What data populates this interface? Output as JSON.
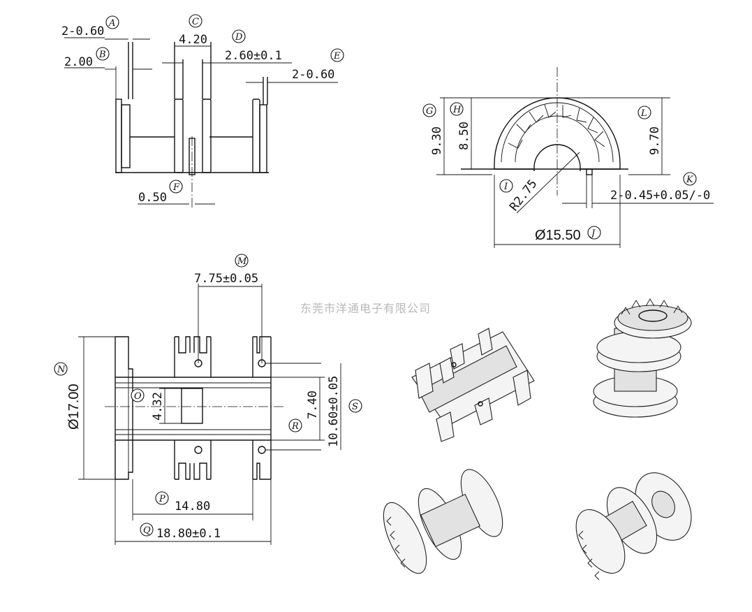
{
  "watermark": "东莞市洋通电子有限公司",
  "views": {
    "side": {
      "dims": {
        "A": "2-0.60",
        "B": "2.00",
        "C": "4.20",
        "D": "2.60±0.1",
        "E": "2-0.60",
        "F": "0.50"
      }
    },
    "front": {
      "dims": {
        "G": "9.30",
        "H": "8.50",
        "I": "R2.75",
        "J": "Ø15.50",
        "K": "2-0.45+0.05/-0",
        "L": "9.70"
      }
    },
    "top": {
      "dims": {
        "M": "7.75±0.05",
        "N": "Ø17.00",
        "O": "4.32",
        "P": "14.80",
        "Q": "18.80±0.1",
        "R": "7.40",
        "S": "10.60±0.05"
      }
    }
  },
  "callouts": [
    "A",
    "B",
    "C",
    "D",
    "E",
    "F",
    "G",
    "H",
    "I",
    "J",
    "K",
    "L",
    "M",
    "N",
    "O",
    "P",
    "Q",
    "R",
    "S"
  ]
}
